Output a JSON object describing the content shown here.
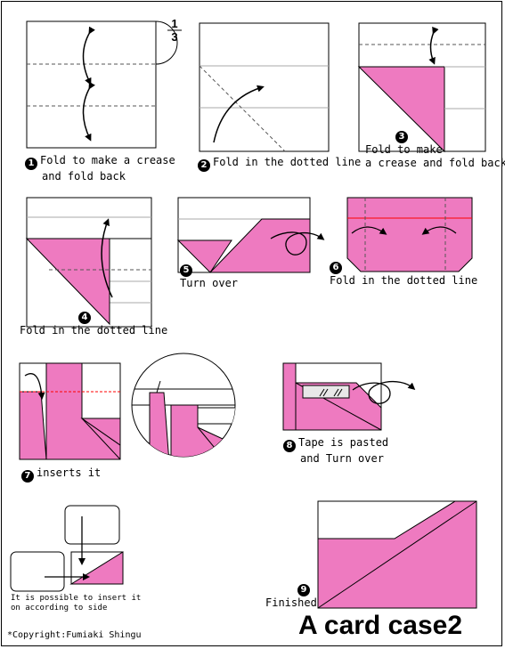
{
  "fraction": {
    "numerator": "1",
    "denominator": "3"
  },
  "steps": [
    {
      "number": "1",
      "lines": [
        "Fold to make a crease",
        "and fold back"
      ]
    },
    {
      "number": "2",
      "lines": [
        "Fold in the dotted line"
      ]
    },
    {
      "number": "3",
      "lines": [
        "Fold to make",
        "a crease and fold back"
      ]
    },
    {
      "number": "4",
      "lines": [
        "Fold in the dotted line"
      ]
    },
    {
      "number": "5",
      "lines": [
        "Turn over"
      ]
    },
    {
      "number": "6",
      "lines": [
        "Fold in the dotted line"
      ]
    },
    {
      "number": "7",
      "lines": [
        "inserts it"
      ]
    },
    {
      "number": "8",
      "lines": [
        "Tape is pasted",
        "and Turn over"
      ]
    },
    {
      "number": "9",
      "lines": [
        "Finished"
      ]
    }
  ],
  "note": [
    "It is possible to insert it",
    "on according to side"
  ],
  "title": "A card case2",
  "copyright": "*Copyright:Fumiaki Shingu",
  "colors": {
    "pink": "#ee7ac0",
    "crease": "#999999",
    "red_line": "#ff0000",
    "paper": "#ffffff"
  }
}
